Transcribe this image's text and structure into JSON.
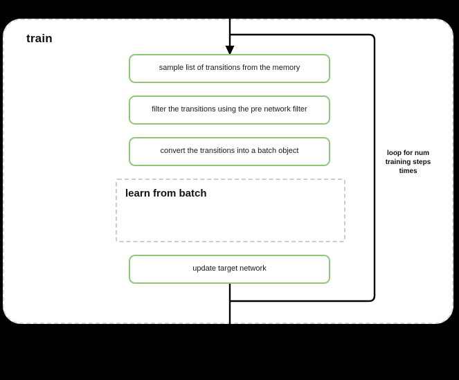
{
  "diagram": {
    "title": "train",
    "container": {
      "border_style": "dashed",
      "border_color": "#d7d7d7",
      "background": "#ffffff"
    },
    "accent_color": "#8CC878",
    "line_color": "#000000",
    "nodes": [
      {
        "id": "sample",
        "label": "sample list of transitions from the memory",
        "type": "process",
        "border_color": "#8CC878"
      },
      {
        "id": "filter",
        "label": "filter the transitions using the pre network filter",
        "type": "process",
        "border_color": "#8CC878"
      },
      {
        "id": "convert",
        "label": "convert the transitions into a batch object",
        "type": "process",
        "border_color": "#8CC878"
      },
      {
        "id": "update",
        "label": "update target network",
        "type": "process",
        "border_color": "#8CC878"
      }
    ],
    "subprocess": {
      "id": "learn-from-batch",
      "label": "learn from batch",
      "type": "subprocess",
      "border_style": "dashed",
      "border_color": "#cccccc"
    },
    "loop": {
      "label": "loop for num training steps times",
      "lines": [
        "loop for num",
        "training steps",
        "times"
      ]
    },
    "edges": [
      {
        "from": "entry",
        "to": "sample",
        "arrow": true
      },
      {
        "from": "update",
        "to": "exit",
        "arrow": false
      },
      {
        "from": "update",
        "to": "entry",
        "arrow": false,
        "kind": "loop-back"
      }
    ]
  }
}
